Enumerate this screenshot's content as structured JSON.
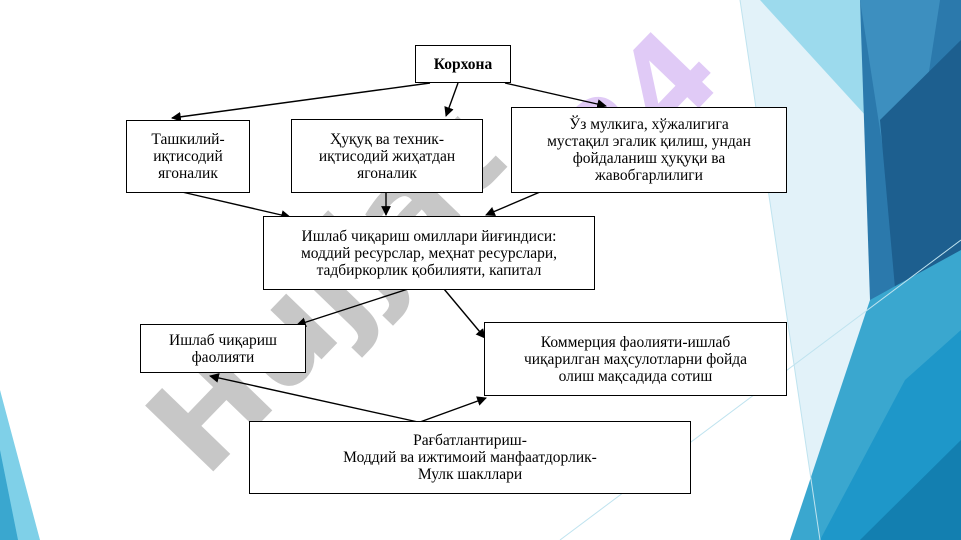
{
  "diagram": {
    "root": "Корхона",
    "level1": [
      "Ташкилий-\nиқтисодий\nягоналик",
      "Ҳуқуқ ва техник-\nиқтисодий жиҳатдан\nягоналик",
      "Ўз мулкига, хўжалигига\nмустақил эгалик қилиш, ундан\nфойдаланиш ҳуқуқи ва\nжавобгарлилиги"
    ],
    "center": "Ишлаб чиқариш омиллари йиғиндиси:\nмоддий ресурслар, меҳнат ресурслари,\nтадбиркорлик қобилияти, капитал",
    "level3": [
      "Ишлаб чиқариш\nфаолияти",
      "Коммерция фаолияти-ишлаб\nчиқарилган маҳсулотларни  фойда\nолиш мақсадида сотиш"
    ],
    "bottom": "Рағбатлантириш-\nМоддий ва ижтимоий манфаатдорлик-\nМулк шакллари"
  },
  "watermark": {
    "text_large": "Hujjat",
    "text_accent": "24",
    "colors": {
      "gray": "#9a9a9a",
      "purple": "#c8a0f0"
    }
  },
  "theme_colors": {
    "teal_light": "#7fd0e8",
    "teal": "#3aa7cf",
    "blue_dark": "#1d5f8f",
    "blue": "#2b79ac"
  }
}
